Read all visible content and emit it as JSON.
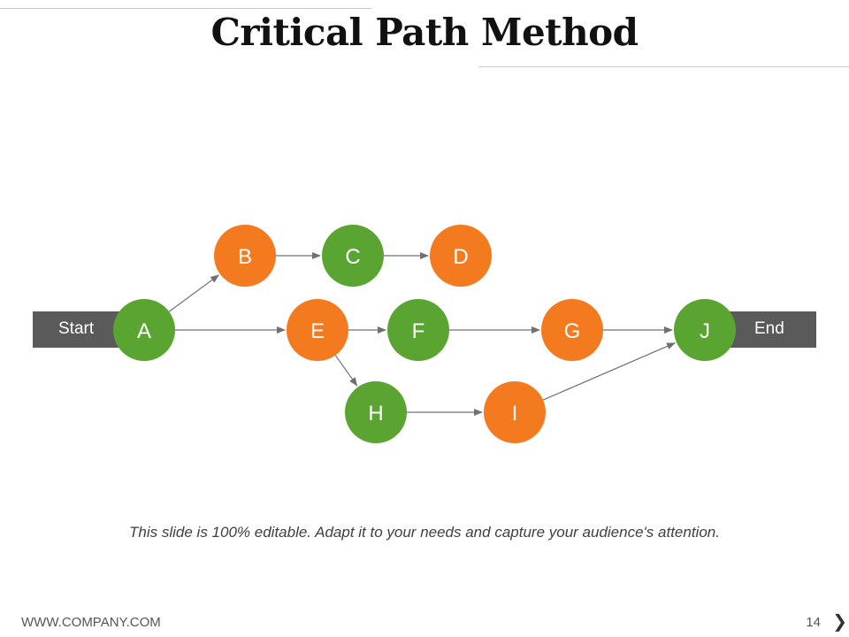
{
  "slide": {
    "title": "Critical Path Method",
    "caption": "This slide is 100% editable. Adapt it to your needs and capture your audience's attention.",
    "footer_url": "WWW.COMPANY.COM",
    "page_number": "14",
    "next_icon": "chevron-right-icon"
  },
  "terminals": {
    "start": "Start",
    "end": "End"
  },
  "colors": {
    "green": "#5aa431",
    "orange": "#f47a1f",
    "terminal": "#5a5a5a",
    "arrow": "#707070"
  },
  "nodes": [
    {
      "id": "A",
      "label": "A",
      "color": "green"
    },
    {
      "id": "B",
      "label": "B",
      "color": "orange"
    },
    {
      "id": "C",
      "label": "C",
      "color": "green"
    },
    {
      "id": "D",
      "label": "D",
      "color": "orange"
    },
    {
      "id": "E",
      "label": "E",
      "color": "orange"
    },
    {
      "id": "F",
      "label": "F",
      "color": "green"
    },
    {
      "id": "G",
      "label": "G",
      "color": "orange"
    },
    {
      "id": "H",
      "label": "H",
      "color": "green"
    },
    {
      "id": "I",
      "label": "I",
      "color": "orange"
    },
    {
      "id": "J",
      "label": "J",
      "color": "green"
    }
  ],
  "edges": [
    [
      "A",
      "B"
    ],
    [
      "B",
      "C"
    ],
    [
      "C",
      "D"
    ],
    [
      "A",
      "E"
    ],
    [
      "E",
      "F"
    ],
    [
      "F",
      "G"
    ],
    [
      "G",
      "J"
    ],
    [
      "E",
      "H"
    ],
    [
      "H",
      "I"
    ],
    [
      "I",
      "J"
    ]
  ]
}
